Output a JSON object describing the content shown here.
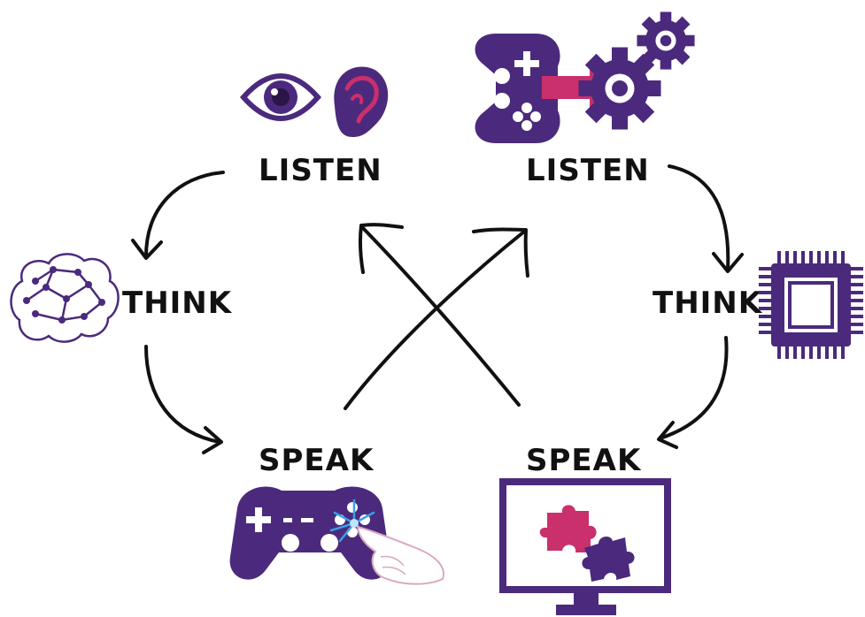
{
  "labels": {
    "human_listen": "LISTEN",
    "human_think": "THINK",
    "human_speak": "SPEAK",
    "computer_listen": "LISTEN",
    "computer_think": "THINK",
    "computer_speak": "SPEAK"
  },
  "icons": {
    "human_listen": [
      "eye-icon",
      "ear-icon"
    ],
    "computer_listen": [
      "gamepad-icon",
      "arrow-icon",
      "gears-icon"
    ],
    "human_think": "brain-icon",
    "computer_think": "cpu-chip-icon",
    "human_speak": [
      "gamepad-icon",
      "hand-press-icon"
    ],
    "computer_speak": [
      "monitor-icon",
      "puzzle-icon"
    ]
  },
  "colors": {
    "purple": "#4b2a7d",
    "magenta": "#c9306c",
    "ink": "#111111",
    "glow": "#3aa0e6"
  }
}
